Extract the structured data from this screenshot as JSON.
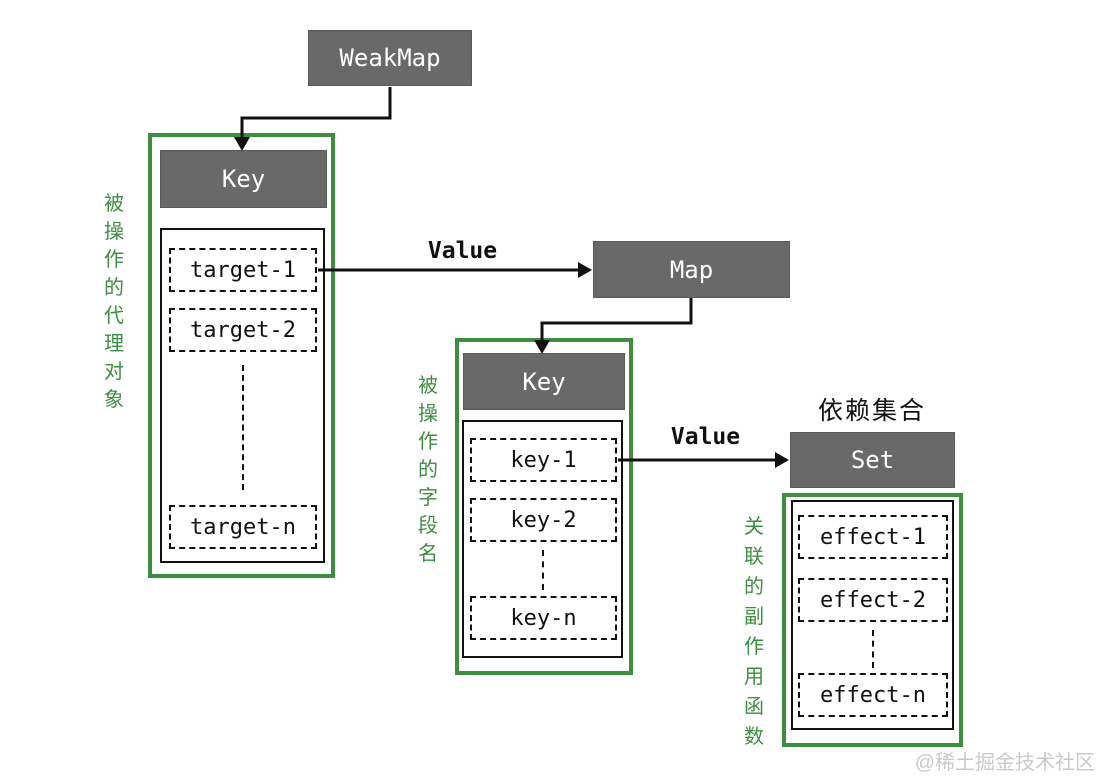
{
  "diagram": {
    "weakmap_label": "WeakMap",
    "map_label": "Map",
    "set_label": "Set",
    "set_title": "依赖集合",
    "edge_labels": {
      "weakmap_to_map": "Value",
      "map_to_set": "Value"
    },
    "left_panel": {
      "header": "Key",
      "caption": "被操作的代理对象",
      "items": [
        "target-1",
        "target-2",
        "target-n"
      ]
    },
    "middle_panel": {
      "header": "Key",
      "caption": "被操作的字段名",
      "items": [
        "key-1",
        "key-2",
        "key-n"
      ]
    },
    "right_panel": {
      "caption": "关联的副作用函数",
      "items": [
        "effect-1",
        "effect-2",
        "effect-n"
      ]
    },
    "watermark": "@稀土掘金技术社区",
    "colors": {
      "node_gray": "#696969",
      "panel_green": "#3e8e41",
      "caption_green": "#3e8e41",
      "line_black": "#111111",
      "watermark_gray": "#c9c9c9",
      "background": "#ffffff"
    }
  }
}
